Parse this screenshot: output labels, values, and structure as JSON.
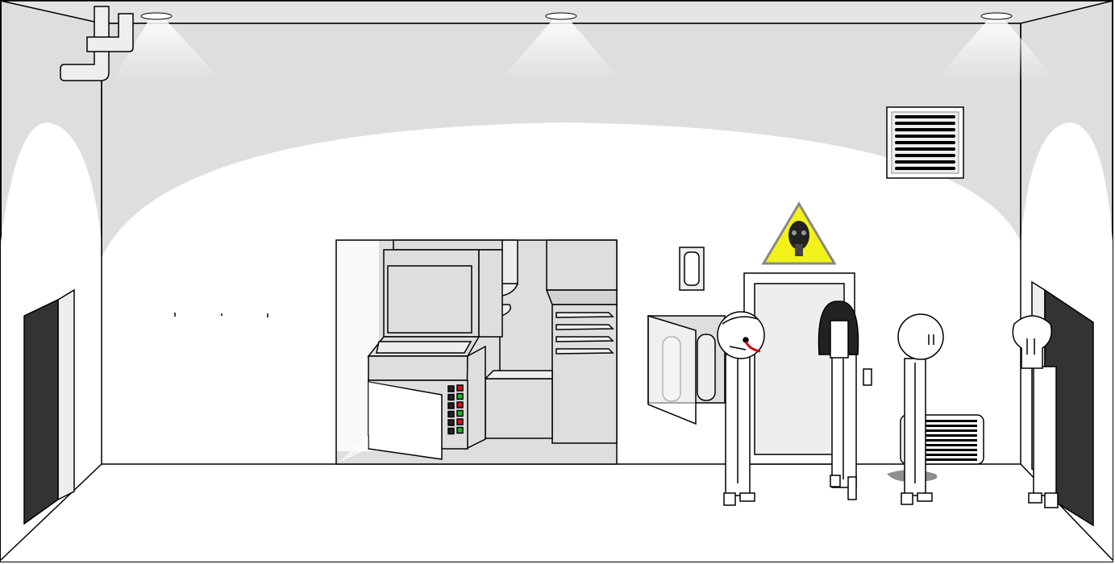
{
  "scene": {
    "name": "laboratory-room",
    "colors": {
      "wall_shade": "#dedede",
      "wall_light": "#ffffff",
      "outline": "#000000",
      "door_dark": "#333333",
      "warning_yellow": "#f2f21a",
      "light_red": "#e01010",
      "light_green": "#10c010",
      "blood": "#cc0000"
    },
    "console_indicator_lights": [
      "red",
      "green",
      "red",
      "green",
      "red",
      "green"
    ],
    "characters": [
      "stitched-scientist",
      "long-haired-scientist",
      "bald-scientist",
      "skeleton-scientist"
    ]
  }
}
